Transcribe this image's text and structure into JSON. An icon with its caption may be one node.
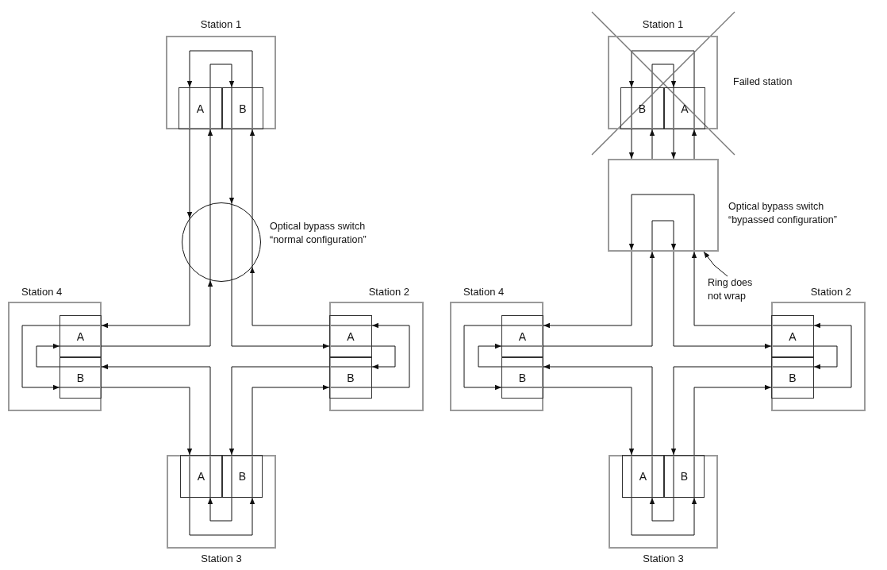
{
  "diagram": {
    "nodes": [
      {
        "text": [
          "Station 1"
        ]
      },
      {
        "text": [
          "A"
        ],
        "in": 0
      },
      {
        "text": [
          "B"
        ],
        "in": 0
      },
      {
        "text": [],
        "shape": "circle",
        "beside": [
          "Optical bypass switch “normal configuration”"
        ]
      },
      {
        "text": [
          "Station 4"
        ]
      },
      {
        "text": [
          "A"
        ],
        "in": 4
      },
      {
        "text": [
          "B"
        ],
        "in": 4
      },
      {
        "text": [
          "Station 2"
        ]
      },
      {
        "text": [
          "A"
        ],
        "in": 7
      },
      {
        "text": [
          "B"
        ],
        "in": 7
      },
      {
        "text": [
          "Station 3"
        ]
      },
      {
        "text": [
          "A"
        ],
        "in": 10
      },
      {
        "text": [
          "B"
        ],
        "in": 10
      },
      {
        "text": [
          "Station 1"
        ],
        "beside": [
          "Failed station"
        ]
      },
      {
        "text": [
          "B"
        ],
        "in": 13
      },
      {
        "text": [
          "A"
        ],
        "in": 13
      },
      {
        "text": [],
        "shape": "box",
        "beside": [
          "Optical bypass switch “bypassed configuration”"
        ]
      },
      {
        "text": [
          "Ring does not wrap"
        ]
      },
      {
        "text": [
          "Station 4"
        ]
      },
      {
        "text": [
          "A"
        ],
        "in": 18
      },
      {
        "text": [
          "B"
        ],
        "in": 18
      },
      {
        "text": [
          "Station 2"
        ]
      },
      {
        "text": [
          "A"
        ],
        "in": 21
      },
      {
        "text": [
          "B"
        ],
        "in": 21
      },
      {
        "text": [
          "Station 3"
        ]
      },
      {
        "text": [
          "A"
        ],
        "in": 24
      },
      {
        "text": [
          "B"
        ],
        "in": 24
      }
    ],
    "edges": [
      {
        "from": 1,
        "to": 3,
        "arrow": "to"
      },
      {
        "from": 3,
        "to": 5,
        "arrow": "to"
      },
      {
        "from": 5,
        "to": 6,
        "arrow": "to"
      },
      {
        "from": 6,
        "to": 11,
        "arrow": "to"
      },
      {
        "from": 11,
        "to": 12,
        "arrow": "to"
      },
      {
        "from": 12,
        "to": 9,
        "arrow": "to"
      },
      {
        "from": 9,
        "to": 8,
        "arrow": "to"
      },
      {
        "from": 8,
        "to": 3,
        "arrow": "to"
      },
      {
        "from": 3,
        "to": 2,
        "arrow": "to"
      },
      {
        "from": 2,
        "to": 1,
        "arrow": "to"
      },
      {
        "from": 2,
        "to": 3,
        "arrow": "to"
      },
      {
        "from": 3,
        "to": 8,
        "arrow": "to"
      },
      {
        "from": 8,
        "to": 9,
        "arrow": "to"
      },
      {
        "from": 9,
        "to": 12,
        "arrow": "to"
      },
      {
        "from": 12,
        "to": 11,
        "arrow": "to"
      },
      {
        "from": 11,
        "to": 6,
        "arrow": "to"
      },
      {
        "from": 6,
        "to": 5,
        "arrow": "to"
      },
      {
        "from": 5,
        "to": 3,
        "arrow": "to"
      },
      {
        "from": 3,
        "to": 1,
        "arrow": "to"
      },
      {
        "from": 1,
        "to": 2,
        "arrow": "to"
      },
      {
        "from": 14,
        "to": 16,
        "arrow": "to"
      },
      {
        "from": 16,
        "to": 19,
        "arrow": "to"
      },
      {
        "from": 19,
        "to": 20,
        "arrow": "to"
      },
      {
        "from": 20,
        "to": 25,
        "arrow": "to"
      },
      {
        "from": 25,
        "to": 26,
        "arrow": "to"
      },
      {
        "from": 26,
        "to": 23,
        "arrow": "to"
      },
      {
        "from": 23,
        "to": 22,
        "arrow": "to"
      },
      {
        "from": 22,
        "to": 16,
        "arrow": "to"
      },
      {
        "from": 16,
        "to": 15,
        "arrow": "to"
      },
      {
        "from": 15,
        "to": 14,
        "arrow": "to"
      },
      {
        "from": 15,
        "to": 16,
        "arrow": "to"
      },
      {
        "from": 16,
        "to": 22,
        "arrow": "to"
      },
      {
        "from": 22,
        "to": 23,
        "arrow": "to"
      },
      {
        "from": 23,
        "to": 26,
        "arrow": "to"
      },
      {
        "from": 26,
        "to": 25,
        "arrow": "to"
      },
      {
        "from": 25,
        "to": 20,
        "arrow": "to"
      },
      {
        "from": 20,
        "to": 19,
        "arrow": "to"
      },
      {
        "from": 19,
        "to": 16,
        "arrow": "to"
      },
      {
        "from": 16,
        "to": 14,
        "arrow": "to"
      },
      {
        "from": 14,
        "to": 15,
        "arrow": "to"
      },
      {
        "from": 17,
        "to": 16,
        "arrow": "to"
      }
    ]
  }
}
